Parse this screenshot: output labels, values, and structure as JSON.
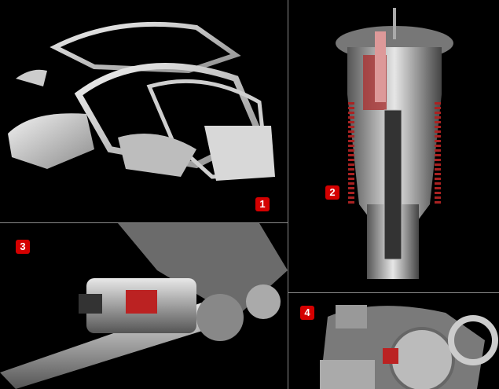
{
  "panels": [
    {
      "number": "1",
      "subject": "car-body-shell"
    },
    {
      "number": "2",
      "subject": "air-suspension-strut"
    },
    {
      "number": "3",
      "subject": "steering-gear"
    },
    {
      "number": "4",
      "subject": "differential"
    }
  ],
  "colors": {
    "badge": "#d40000",
    "background": "#000000",
    "divider": "#8a8a8a"
  }
}
